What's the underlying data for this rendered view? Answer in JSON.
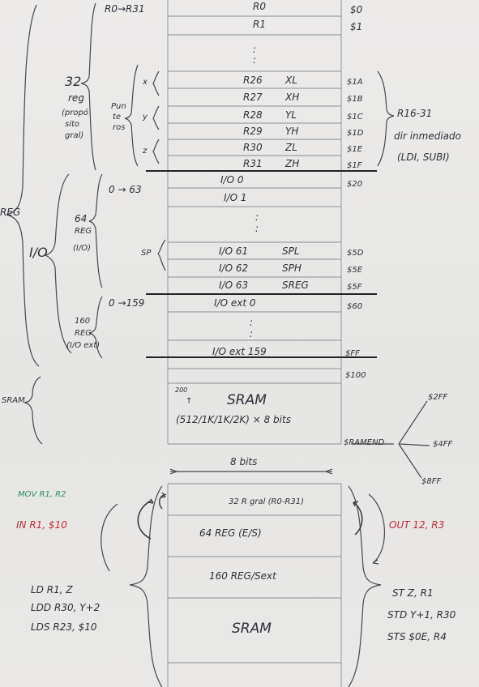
{
  "mem_top": {
    "r_names": [
      "R0",
      "R1",
      "R26",
      "R27",
      "R28",
      "R29",
      "R30",
      "R31"
    ],
    "r_suffix": [
      "XL",
      "XH",
      "YL",
      "YH",
      "ZL",
      "ZH"
    ],
    "r_addrs": [
      "$0",
      "$1",
      "$1A",
      "$1B",
      "$1C",
      "$1D",
      "$1E",
      "$1F"
    ],
    "r_range_label": "R0→R31",
    "dots": ":",
    "reg_group": [
      "32",
      "reg",
      "(propó",
      "sito",
      "gral)"
    ],
    "puntero": [
      "Pun",
      "te",
      "ros"
    ],
    "xyz": [
      "x",
      "y",
      "z"
    ],
    "r16_31": "R16-31",
    "dir_inmediado": "dir inmediado",
    "ldi_subi": "(LDI, SUBI)",
    "io_names": [
      "I/O 0",
      "I/O 1",
      "I/O 61",
      "I/O 62",
      "I/O 63",
      "I/O ext 0",
      "I/O ext 159"
    ],
    "io_suffix": [
      "SPL",
      "SPH",
      "SREG"
    ],
    "io_addrs": [
      "$20",
      "$5D",
      "$5E",
      "$5F",
      "$60",
      "$FF",
      "$100"
    ],
    "range_0_63": "0 → 63",
    "range_0_159": "0 →159",
    "reg64": [
      "64",
      "REG",
      "(I/O)"
    ],
    "reg160": [
      "160",
      "REG",
      "(I/O ext)"
    ],
    "sp": "SP",
    "io_side": "I/O",
    "reg_side": "REG",
    "sram_side": "SRAM",
    "sram_box": "SRAM",
    "sram_200": "200",
    "sram_sizes": "(512/1K/1K/2K) × 8 bits",
    "ramend": "$RAMEND",
    "ramend_opts": [
      "$2FF",
      "$4FF",
      "$8FF"
    ]
  },
  "mem_bottom": {
    "width_label": "8 bits",
    "blocks": [
      "32 R gral (R0-R31)",
      "64 REG (E/S)",
      "160 REG/Sext",
      "SRAM"
    ],
    "mov": "MOV R1, R2",
    "in_op": "IN R1, $10",
    "out_op": "OUT 12, R3",
    "loads": [
      "LD R1, Z",
      "LDD R30, Y+2",
      "LDS R23, $10"
    ],
    "stores": [
      "ST Z, R1",
      "STD Y+1, R30",
      "STS $0E, R4"
    ]
  },
  "colors": {
    "ink": "#2d2f39",
    "green": "#2e8a5c",
    "red": "#c02a3a",
    "paper": "#e7e7e5"
  }
}
